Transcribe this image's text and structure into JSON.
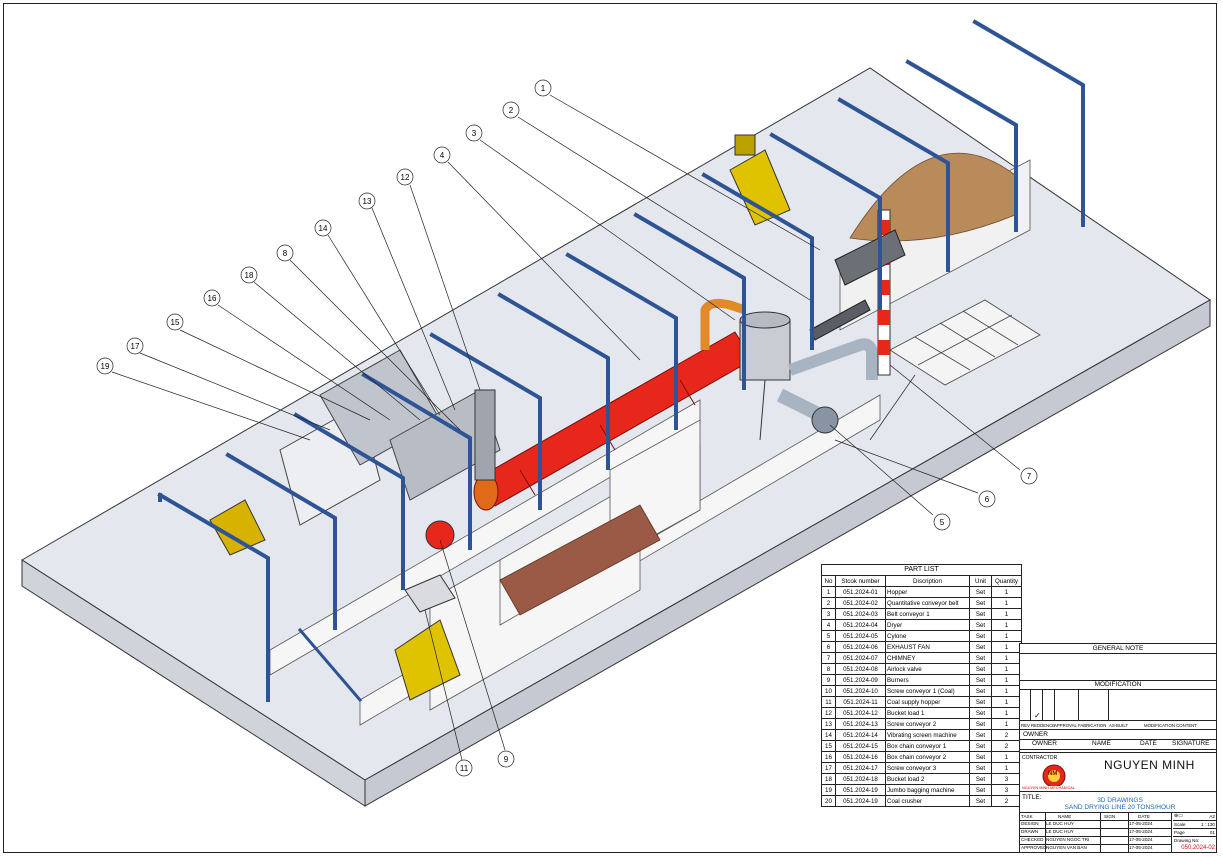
{
  "drawing": {
    "callouts": [
      "1",
      "2",
      "3",
      "4",
      "5",
      "6",
      "7",
      "8",
      "9",
      "11",
      "12",
      "13",
      "14",
      "15",
      "16",
      "17",
      "18",
      "19"
    ]
  },
  "part_list": {
    "title": "PART LIST",
    "headers": [
      "No",
      "Stcok number",
      "Discription",
      "Unit",
      "Quantity"
    ],
    "rows": [
      [
        "1",
        "051.2024-01",
        "Hopper",
        "Set",
        "1"
      ],
      [
        "2",
        "051.2024-02",
        "Quantitative conveyor belt",
        "Set",
        "1"
      ],
      [
        "3",
        "051.2024-03",
        "Belt conveyor 1",
        "Set",
        "1"
      ],
      [
        "4",
        "051.2024-04",
        "Dryer",
        "Set",
        "1"
      ],
      [
        "5",
        "051.2024-05",
        "Cylone",
        "Set",
        "1"
      ],
      [
        "6",
        "051.2024-06",
        "EXHAUST FAN",
        "Set",
        "1"
      ],
      [
        "7",
        "051.2024-07",
        "CHIMNEY",
        "Set",
        "1"
      ],
      [
        "8",
        "051.2024-08",
        "Airlock valve",
        "Set",
        "1"
      ],
      [
        "9",
        "051.2024-09",
        "Burners",
        "Set",
        "1"
      ],
      [
        "10",
        "051.2024-10",
        "Screw conveyor 1 (Coal)",
        "Set",
        "1"
      ],
      [
        "11",
        "051.2024-11",
        "Coal supply hopper",
        "Set",
        "1"
      ],
      [
        "12",
        "051.2024-12",
        "Bucket load 1",
        "Set",
        "1"
      ],
      [
        "13",
        "051.2024-13",
        "Screw conveyor 2",
        "Set",
        "1"
      ],
      [
        "14",
        "051.2024-14",
        "Vibrating screen machine",
        "Set",
        "2"
      ],
      [
        "15",
        "051.2024-15",
        "Box chain conveyor 1",
        "Set",
        "2"
      ],
      [
        "16",
        "051.2024-16",
        "Box chain conveyor 2",
        "Set",
        "1"
      ],
      [
        "17",
        "051.2024-17",
        "Screw conveyor 3",
        "Set",
        "1"
      ],
      [
        "18",
        "051.2024-18",
        "Bucket load 2",
        "Set",
        "3"
      ],
      [
        "19",
        "051.2024-19",
        "Jumbo bagging machine",
        "Set",
        "3"
      ],
      [
        "20",
        "051.2024-19",
        "Coal crusher",
        "Set",
        "2"
      ]
    ]
  },
  "title_block": {
    "general_note": "GENERAL NOTE",
    "modification": "MODIFICATION",
    "mod_headers": [
      "REV",
      "REDDENCE",
      "APPROVAL",
      "FABRICATION",
      "AS-BUILT",
      "MODIFICATION CONTENT"
    ],
    "owner_label": "OWNER",
    "owner_headers": [
      "OWNER",
      "NAME",
      "DATE",
      "SIGNATURE"
    ],
    "contractor_label": "CONTRACTOR",
    "company": "NGUYEN MINH",
    "logo_text": "NM",
    "logo_caption": "NGUYEN MINH MECHANICAL",
    "title_label": "TITLE:",
    "title_line1": "3D DRAWINGS",
    "title_line2": "SAND DRYING LINE 20 TONS/HOUR",
    "sign_headers": [
      "TASK",
      "NAME",
      "SIGN",
      "DATE"
    ],
    "sign_rows": [
      [
        "DESIGN",
        "LE DUC HUY",
        "",
        "17-05-2024"
      ],
      [
        "DRAWN",
        "LE DUC HUY",
        "",
        "17-05-2024"
      ],
      [
        "CHECKED",
        "NGUYEN NGOC TRI",
        "",
        "17-05-2024"
      ],
      [
        "APPROVED",
        "NGUYEN VAN BAN",
        "",
        "17-05-2024"
      ]
    ],
    "sheet_size": "A2",
    "scale_label": "Scale",
    "scale": "1 : 130",
    "page_label": "Page",
    "page": "01",
    "drawing_no_label": "Drawing No:",
    "drawing_no": "050.2024-02"
  },
  "colors": {
    "floor": "#e6e8ee",
    "column": "#3f6fb5",
    "dryer": "#e8271c",
    "sand": "#b98a5a",
    "hopper": "#d9b200",
    "wall": "#f4f4f4"
  }
}
